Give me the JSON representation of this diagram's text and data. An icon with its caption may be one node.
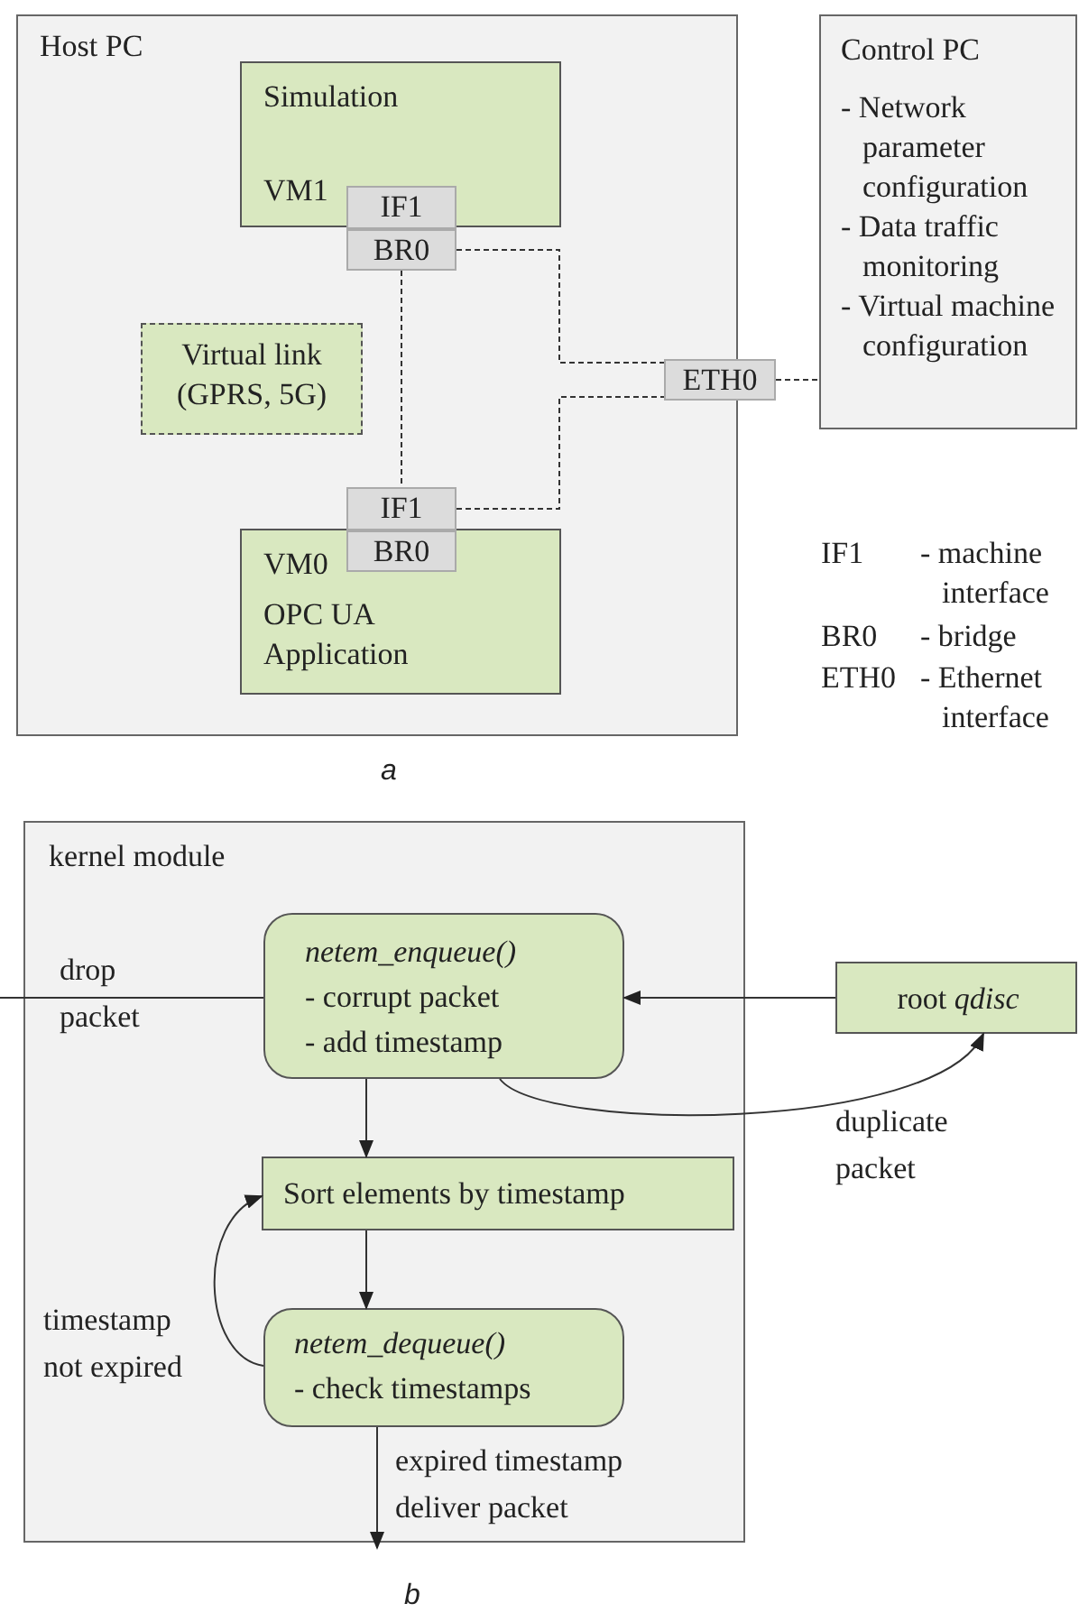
{
  "diagram": {
    "nodes": [
      {
        "text": [
          "Host PC"
        ]
      },
      {
        "text": [
          "Simulation",
          "VM1"
        ],
        "in": 0
      },
      {
        "text": [
          "IF1"
        ],
        "in": 1
      },
      {
        "text": [
          "BR0"
        ],
        "in": 0
      },
      {
        "text": [
          "Virtual link (GPRS, 5G)"
        ],
        "in": 0
      },
      {
        "text": [
          "IF1"
        ],
        "in": 0
      },
      {
        "text": [
          "BR0"
        ],
        "in": 7
      },
      {
        "text": [
          "VM0",
          "OPC UA Application"
        ],
        "in": 0
      },
      {
        "text": [
          "ETH0"
        ]
      },
      {
        "text": [
          "Control PC",
          "- Network parameter configuration",
          "- Data traffic monitoring",
          "- Virtual machine configuration"
        ]
      },
      {
        "text": [
          "kernel module"
        ]
      },
      {
        "text": [
          "netem_enqueue()",
          "- corrupt packet",
          "- add timestamp"
        ],
        "in": 10
      },
      {
        "text": [
          "Sort elements by timestamp"
        ],
        "in": 10
      },
      {
        "text": [
          "netem_dequeue()",
          "- check timestamps"
        ],
        "in": 10
      },
      {
        "text": [
          "root *qdisc*"
        ]
      }
    ],
    "edges": [
      {
        "from": 3,
        "to": 5,
        "arrow": "none",
        "style": "dashed"
      },
      {
        "from": 3,
        "to": 8,
        "arrow": "none",
        "style": "dashed"
      },
      {
        "from": 5,
        "to": 8,
        "arrow": "none",
        "style": "dashed"
      },
      {
        "from": 8,
        "to": 9,
        "arrow": "none",
        "style": "dashed"
      },
      {
        "from": 11,
        "to": null,
        "arrow": "none",
        "label": "drop packet"
      },
      {
        "from": 14,
        "to": 11,
        "arrow": "to"
      },
      {
        "from": 11,
        "to": 14,
        "arrow": "to",
        "label": "duplicate packet"
      },
      {
        "from": 11,
        "to": 12,
        "arrow": "to"
      },
      {
        "from": 12,
        "to": 13,
        "arrow": "to"
      },
      {
        "from": 13,
        "to": 12,
        "arrow": "to",
        "label": "timestamp not expired"
      },
      {
        "from": 13,
        "to": null,
        "arrow": "to",
        "label": "expired timestamp deliver packet"
      }
    ],
    "labels": [
      "IF1",
      "- machine interface",
      "BR0",
      "- bridge",
      "ETH0",
      "- Ethernet interface",
      "a",
      "b"
    ]
  }
}
